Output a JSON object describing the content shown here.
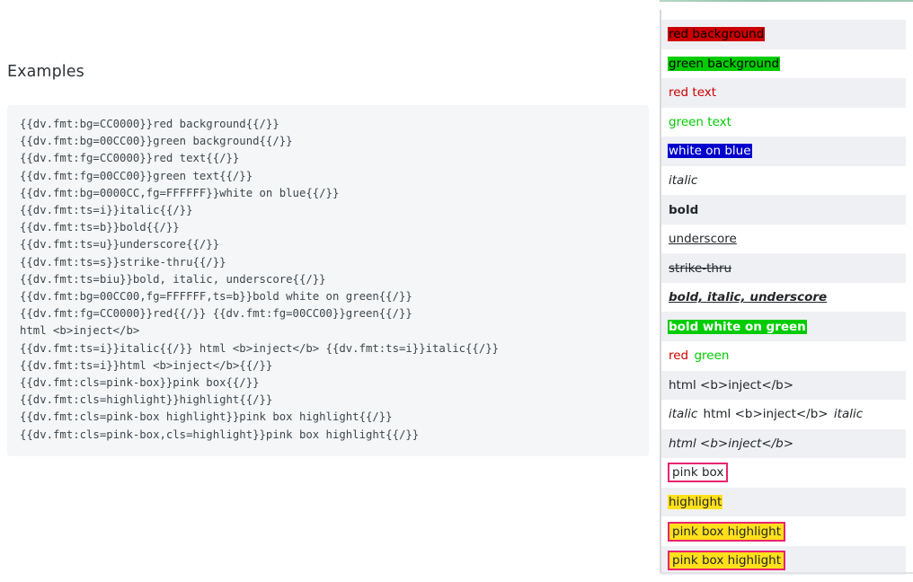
{
  "left": {
    "heading": "Examples",
    "code": "{{dv.fmt:bg=CC0000}}red background{{/}}\n{{dv.fmt:bg=00CC00}}green background{{/}}\n{{dv.fmt:fg=CC0000}}red text{{/}}\n{{dv.fmt:fg=00CC00}}green text{{/}}\n{{dv.fmt:bg=0000CC,fg=FFFFFF}}white on blue{{/}}\n{{dv.fmt:ts=i}}italic{{/}}\n{{dv.fmt:ts=b}}bold{{/}}\n{{dv.fmt:ts=u}}underscore{{/}}\n{{dv.fmt:ts=s}}strike-thru{{/}}\n{{dv.fmt:ts=biu}}bold, italic, underscore{{/}}\n{{dv.fmt:bg=00CC00,fg=FFFFFF,ts=b}}bold white on green{{/}}\n{{dv.fmt:fg=CC0000}}red{{/}} {{dv.fmt:fg=00CC00}}green{{/}}\nhtml <b>inject</b>\n{{dv.fmt:ts=i}}italic{{/}} html <b>inject</b> {{dv.fmt:ts=i}}italic{{/}}\n{{dv.fmt:ts=i}}html <b>inject</b>{{/}}\n{{dv.fmt:cls=pink-box}}pink box{{/}}\n{{dv.fmt:cls=highlight}}highlight{{/}}\n{{dv.fmt:cls=pink-box highlight}}pink box highlight{{/}}\n{{dv.fmt:cls=pink-box,cls=highlight}}pink box highlight{{/}}"
  },
  "preview": {
    "rows": [
      {
        "id": "red-background",
        "text": "red background"
      },
      {
        "id": "green-background",
        "text": "green background"
      },
      {
        "id": "red-text",
        "text": "red text"
      },
      {
        "id": "green-text",
        "text": "green text"
      },
      {
        "id": "white-on-blue",
        "text": "white on blue"
      },
      {
        "id": "italic",
        "text": "italic"
      },
      {
        "id": "bold",
        "text": "bold"
      },
      {
        "id": "underscore",
        "text": "underscore"
      },
      {
        "id": "strike-thru",
        "text": "strike-thru"
      },
      {
        "id": "bold-italic-underscore",
        "text": "bold, italic, underscore"
      },
      {
        "id": "bold-white-on-green",
        "text": "bold white on green"
      },
      {
        "id": "red-green",
        "text_red": "red",
        "text_green": "green"
      },
      {
        "id": "html-inject",
        "text": "html <b>inject</b>"
      },
      {
        "id": "italic-html-inject-italic",
        "text_a": "italic",
        "text_b": "html <b>inject</b>",
        "text_c": "italic"
      },
      {
        "id": "italic-html-inject",
        "text": "html <b>inject</b>"
      },
      {
        "id": "pink-box",
        "text": "pink box"
      },
      {
        "id": "highlight",
        "text": "highlight"
      },
      {
        "id": "pink-box-highlight-space",
        "text": "pink box highlight"
      },
      {
        "id": "pink-box-highlight-comma",
        "text": "pink box highlight"
      }
    ]
  },
  "colors": {
    "red": "#CC0000",
    "green": "#00CC00",
    "blue": "#0000CC",
    "white": "#FFFFFF",
    "pink_box_border": "#E8246F",
    "highlight_yellow": "#FFE01A",
    "code_background": "#F5F6F7",
    "row_band": "#EFF0F4"
  }
}
